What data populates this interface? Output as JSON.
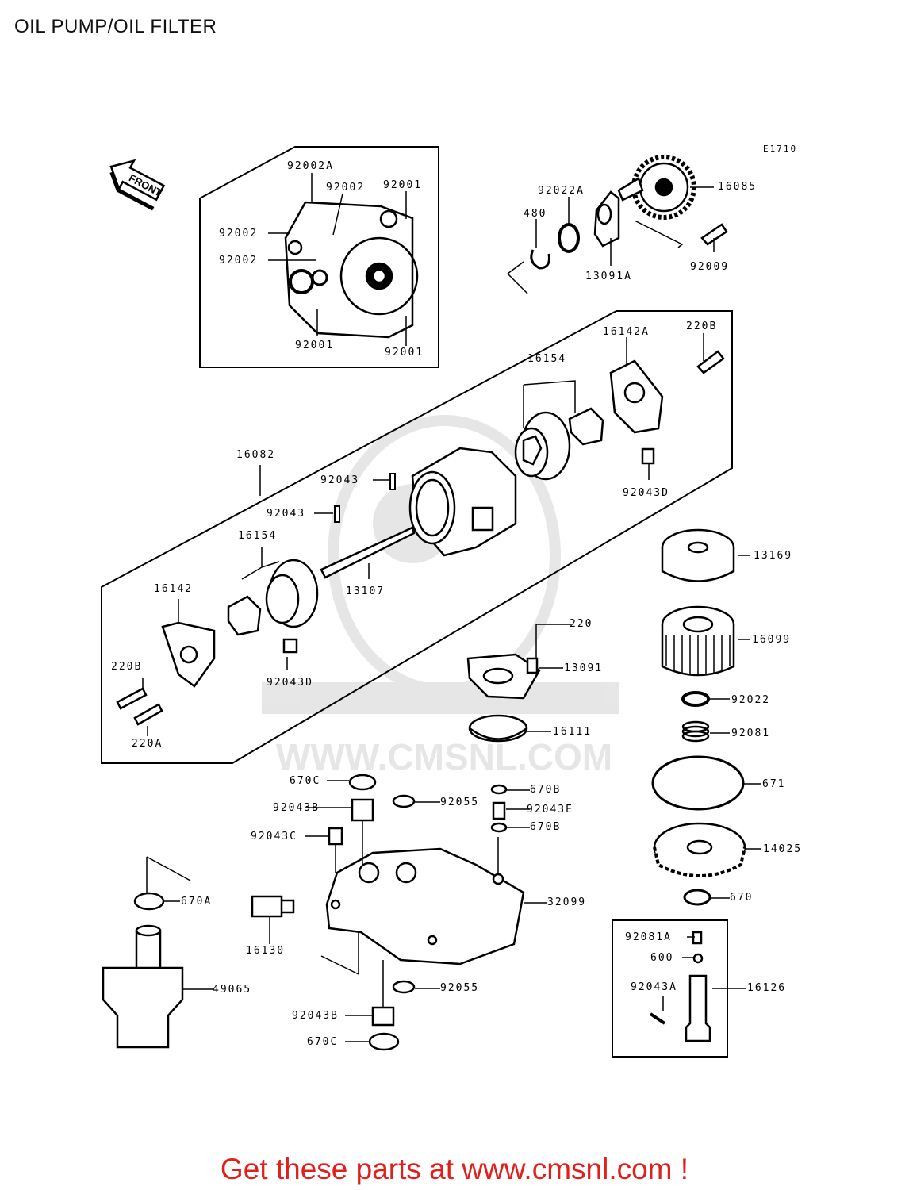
{
  "title": "OIL PUMP/OIL FILTER",
  "diagram_code": "E1710",
  "front_label": "FRONT",
  "watermark": "WWW.CMSNL.COM",
  "parts": {
    "p92002A": "92002A",
    "p92002a": "92002",
    "p92001a": "92001",
    "p92002b": "92002",
    "p92002c": "92002",
    "p92001b": "92001",
    "p92001c": "92001",
    "p92022A": "92022A",
    "p480": "480",
    "p16085": "16085",
    "p13091A": "13091A",
    "p92009": "92009",
    "p16142A": "16142A",
    "p220B_top": "220B",
    "p16154_top": "16154",
    "p16082": "16082",
    "p92043a": "92043",
    "p92043D_top": "92043D",
    "p92043b": "92043",
    "p16154_left": "16154",
    "p13107": "13107",
    "p16142": "16142",
    "p220B_left": "220B",
    "p92043D_left": "92043D",
    "p220A": "220A",
    "p13169": "13169",
    "p220": "220",
    "p16099": "16099",
    "p13091": "13091",
    "p92022": "92022",
    "p16111": "16111",
    "p92081": "92081",
    "p671": "671",
    "p670C_top": "670C",
    "p670B_top": "670B",
    "p92043B_top": "92043B",
    "p92055_top": "92055",
    "p92043E": "92043E",
    "p92043C": "92043C",
    "p670B_bottom": "670B",
    "p14025": "14025",
    "p670A": "670A",
    "p32099": "32099",
    "p670": "670",
    "p16130": "16130",
    "p92081A": "92081A",
    "p600": "600",
    "p49065": "49065",
    "p92055_bottom": "92055",
    "p92043A": "92043A",
    "p16126": "16126",
    "p92043B_bottom": "92043B",
    "p670C_bottom": "670C"
  },
  "footer": "Get these parts at www.cmsnl.com !"
}
